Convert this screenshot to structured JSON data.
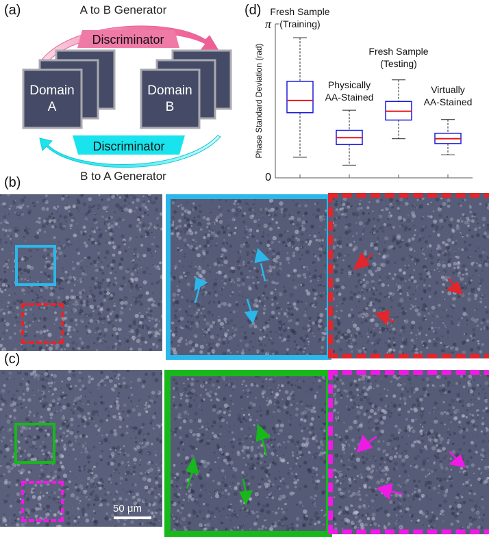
{
  "panels": {
    "a": "(a)",
    "b": "(b)",
    "c": "(c)",
    "d": "(d)"
  },
  "diagram": {
    "ab_generator": "A to B Generator",
    "ba_generator": "B to A Generator",
    "discriminator_top": "Discriminator",
    "discriminator_bottom": "Discriminator",
    "domain_a": [
      "Domain",
      "A"
    ],
    "domain_b": [
      "Domain",
      "B"
    ],
    "colors": {
      "pink": "#f07aa6",
      "cyan": "#19e4ee",
      "tile": "#454b66"
    }
  },
  "scale_bar": "50 μm",
  "chart_data": {
    "type": "box",
    "ylabel": "Phase Standard Deviation (rad)",
    "y_ticks": [
      "0",
      "π"
    ],
    "ylim": [
      0,
      3.1416
    ],
    "categories": [
      [
        "Fresh Sample",
        "(Training)"
      ],
      [
        "Physically",
        "AA-Stained"
      ],
      [
        "Fresh Sample",
        "(Testing)"
      ],
      [
        "Virtually",
        "AA-Stained"
      ]
    ],
    "boxes": [
      {
        "whisker_low": 0.42,
        "q1": 1.33,
        "median": 1.58,
        "q3": 1.97,
        "whisker_high": 2.86
      },
      {
        "whisker_low": 0.26,
        "q1": 0.68,
        "median": 0.82,
        "q3": 0.97,
        "whisker_high": 1.38
      },
      {
        "whisker_low": 0.8,
        "q1": 1.18,
        "median": 1.36,
        "q3": 1.56,
        "whisker_high": 2.0
      },
      {
        "whisker_low": 0.47,
        "q1": 0.7,
        "median": 0.8,
        "q3": 0.91,
        "whisker_high": 1.19
      }
    ],
    "box_color": "#1a1adf",
    "median_color": "#e8141c"
  },
  "frame_colors": {
    "b_solid": "#2bb7ea",
    "b_dashed": "#e3252c",
    "c_solid": "#17b81a",
    "c_dashed": "#f01ae6"
  }
}
